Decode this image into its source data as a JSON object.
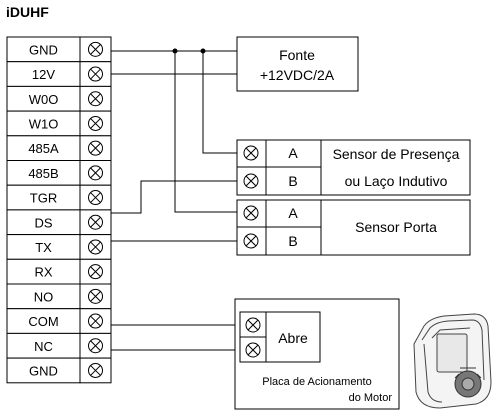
{
  "device": {
    "name": "iDUHF",
    "terminals": [
      "GND",
      "12V",
      "W0O",
      "W1O",
      "485A",
      "485B",
      "TGR",
      "DS",
      "TX",
      "RX",
      "NO",
      "COM",
      "NC",
      "GND"
    ]
  },
  "power": {
    "line1": "Fonte",
    "line2": "+12VDC/2A"
  },
  "presence_sensor": {
    "pins": [
      "A",
      "B"
    ],
    "label_line1": "Sensor de Presença",
    "label_line2": "ou Laço Indutivo"
  },
  "door_sensor": {
    "pins": [
      "A",
      "B"
    ],
    "label": "Sensor Porta"
  },
  "motor_board": {
    "button_label": "Abre",
    "label_line1": "Placa de Acionamento",
    "label_line2": "do Motor"
  },
  "icons": {
    "terminal": "terminal-screw-icon",
    "motor": "gate-motor-icon"
  }
}
